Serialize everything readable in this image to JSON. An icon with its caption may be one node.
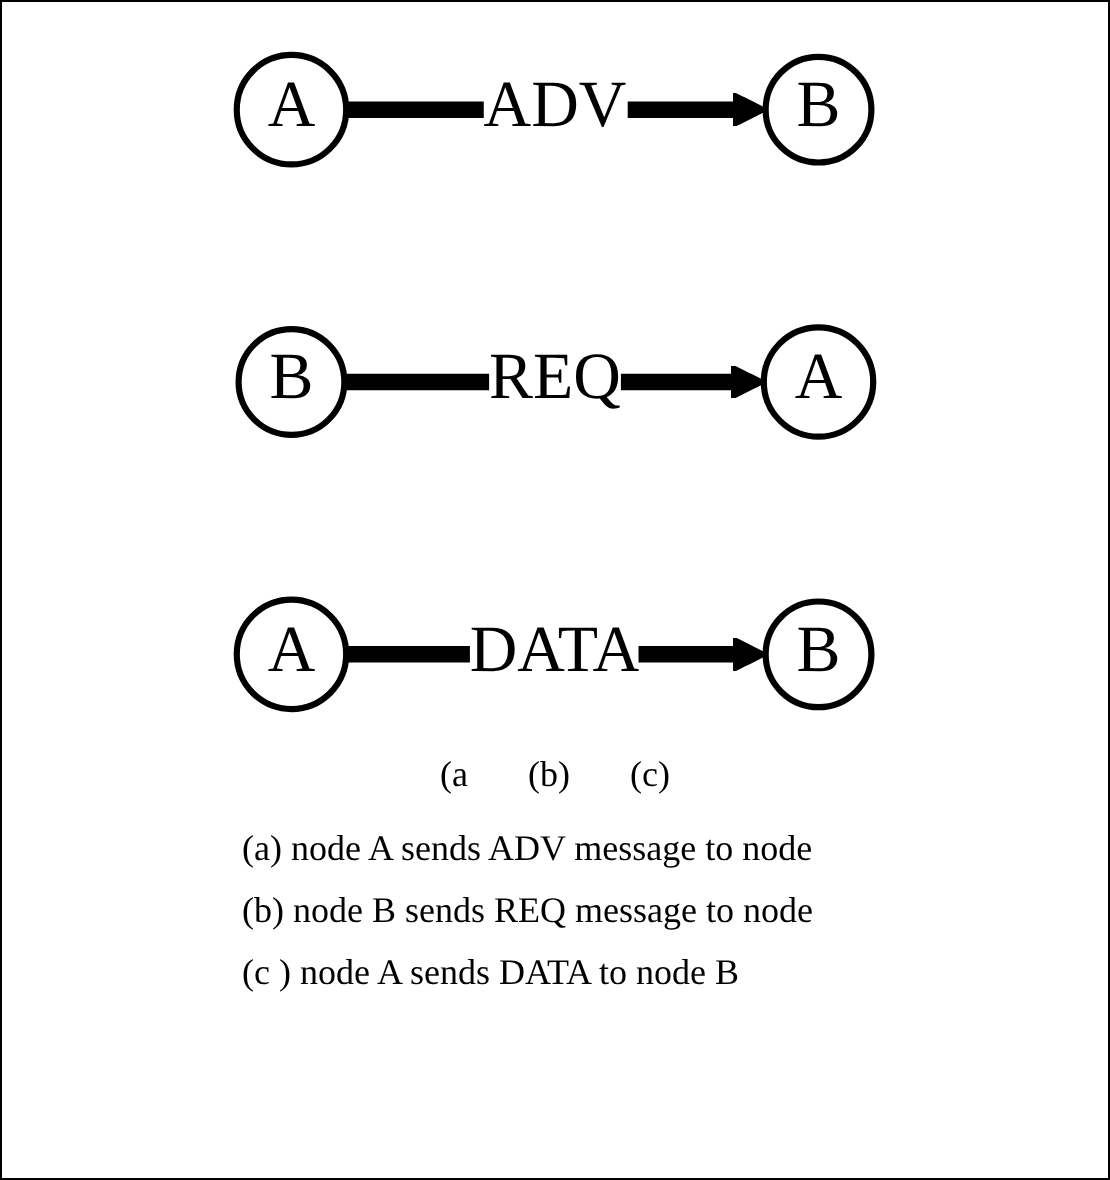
{
  "diagram": {
    "nodes": [
      {
        "text": [
          "A"
        ]
      },
      {
        "text": [
          "B"
        ]
      },
      {
        "text": [
          "A"
        ]
      },
      {
        "text": [
          "B"
        ]
      },
      {
        "text": [
          "A"
        ]
      },
      {
        "text": [
          "B"
        ]
      }
    ],
    "edges": [
      {
        "from": 0,
        "to": 1,
        "arrow": "to",
        "label": "ADV"
      },
      {
        "from": 3,
        "to": 2,
        "arrow": "to",
        "label": "REQ"
      },
      {
        "from": 4,
        "to": 5,
        "arrow": "to",
        "label": "DATA"
      }
    ],
    "labels": [
      "(a",
      "(b)",
      "(c)",
      "(a) node A sends ADV message to node",
      "(b) node B sends REQ message to node",
      "(c ) node A sends DATA to node B"
    ]
  }
}
